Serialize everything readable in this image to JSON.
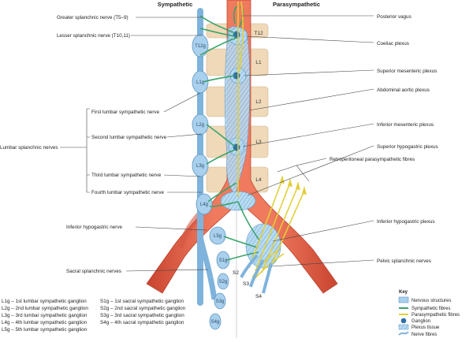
{
  "headers": {
    "sympathetic": "Sympathetic",
    "parasympathetic": "Parasympathetic"
  },
  "left_labels": {
    "greater_splanchnic": "Greater splanchnic nerve (T5–9)",
    "lesser_splanchnic": "Lesser splanchnic nerve (T10,11)",
    "first_lumbar": "First lumbar sympathetic nerve",
    "second_lumbar": "Second lumbar sympathetic nerve",
    "lumbar_splanchnic": "Lumbar splanchnic nerves",
    "third_lumbar": "Third lumbar sympathetic nerve",
    "fourth_lumbar": "Fourth lumbar sympathetic nerve",
    "inferior_hypogastric_nerve": "Inferior hypogastric nerve",
    "sacral_splanchnic": "Sacral splanchnic nerves"
  },
  "right_labels": {
    "posterior_vagus": "Posterior vagus",
    "coeliac_plexus": "Coeliac plexus",
    "superior_mesenteric": "Superior mesenteric plexus",
    "abdominal_aortic": "Abdominal aortic plexus",
    "inferior_mesenteric": "Inferior mesenteric plexus",
    "superior_hypogastric": "Superior hypogastric plexus",
    "retroperitoneal": "Retroperitoneal parasympathetic fibres",
    "inferior_hypogastric_plexus": "Inferior hypogastric plexus",
    "pelvic_splanchnic": "Pelvic splanchnic nerves"
  },
  "vertebrae": [
    "T12",
    "L1",
    "L2",
    "L3",
    "L4"
  ],
  "ganglia": [
    "T12g",
    "L1g",
    "L2g",
    "L3g",
    "L4g",
    "L5g",
    "S1g",
    "S2g",
    "S3g",
    "S4g"
  ],
  "sacral_nerves": [
    "S2",
    "S3",
    "S4"
  ],
  "legend_left": [
    "L1g – 1st lumbar sympathetic ganglion",
    "L2g – 2nd lumbar sympathetic ganglion",
    "L3g – 3rd lumbar sympathetic ganglion",
    "L4g – 4th lumbar sympathetic ganglion",
    "L5g – 5th lumbar sympathetic ganglion"
  ],
  "legend_right": [
    "S1g – 1st sacral sympathetic ganglion",
    "S2g – 2nd sacral sympathetic ganglion",
    "S3g – 3rd sacral sympathetic ganglion",
    "S4g – 4th sacral sympathetic ganglion"
  ],
  "key": {
    "title": "Key",
    "items": [
      "Nervous structures",
      "Sympathetic fibres",
      "Parasympathetic fibres",
      "Ganglion",
      "Plexus tissue",
      "Nerve fibres"
    ]
  },
  "colors": {
    "artery": "#e2604a",
    "vertebra": "#efd9b8",
    "nerve": "#a9d0ec",
    "nerve_stroke": "#5f97c4",
    "sympathetic": "#3aa36a",
    "parasympathetic": "#e2cf3a",
    "ganglion": "#2f6fa8"
  }
}
